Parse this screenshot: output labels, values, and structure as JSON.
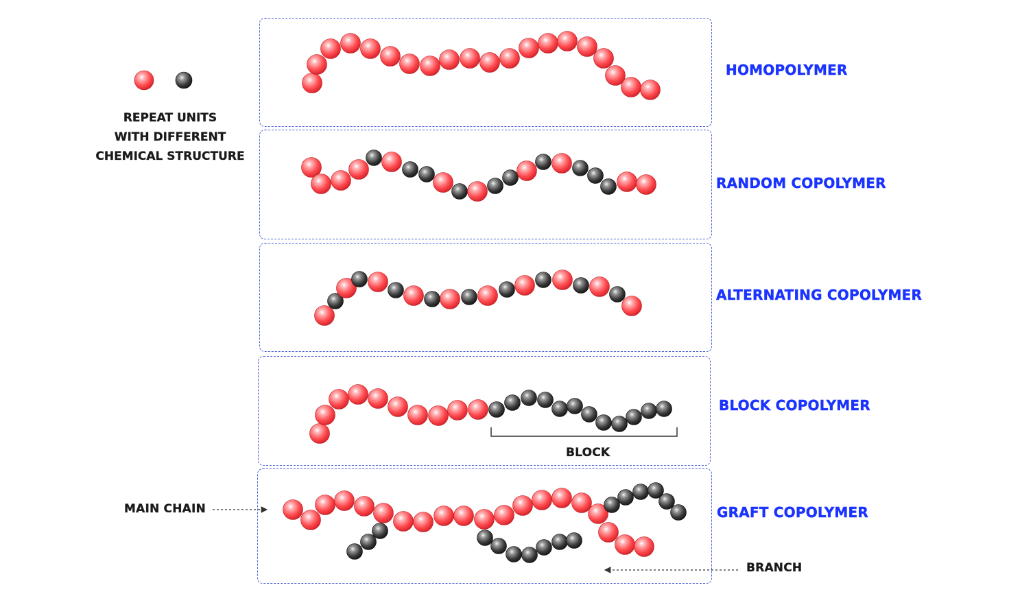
{
  "legend": {
    "unit_colors": {
      "red": "#ff4a4f",
      "black": "#3c3c3c"
    },
    "text_lines": [
      "Repeat units",
      "with different",
      "chemical structure"
    ]
  },
  "labels": {
    "homopolymer": "Homopolymer",
    "random": "Random copolymer",
    "alternating": "Alternating copolymer",
    "block": "Block copolymer",
    "graft": "Graft copolymer",
    "block_bracket": "Block",
    "main_chain": "Main chain",
    "branch": "Branch"
  },
  "colors": {
    "accent_blue": "#1a33ff",
    "border": "#4a5fd6",
    "arrow": "#333333"
  }
}
